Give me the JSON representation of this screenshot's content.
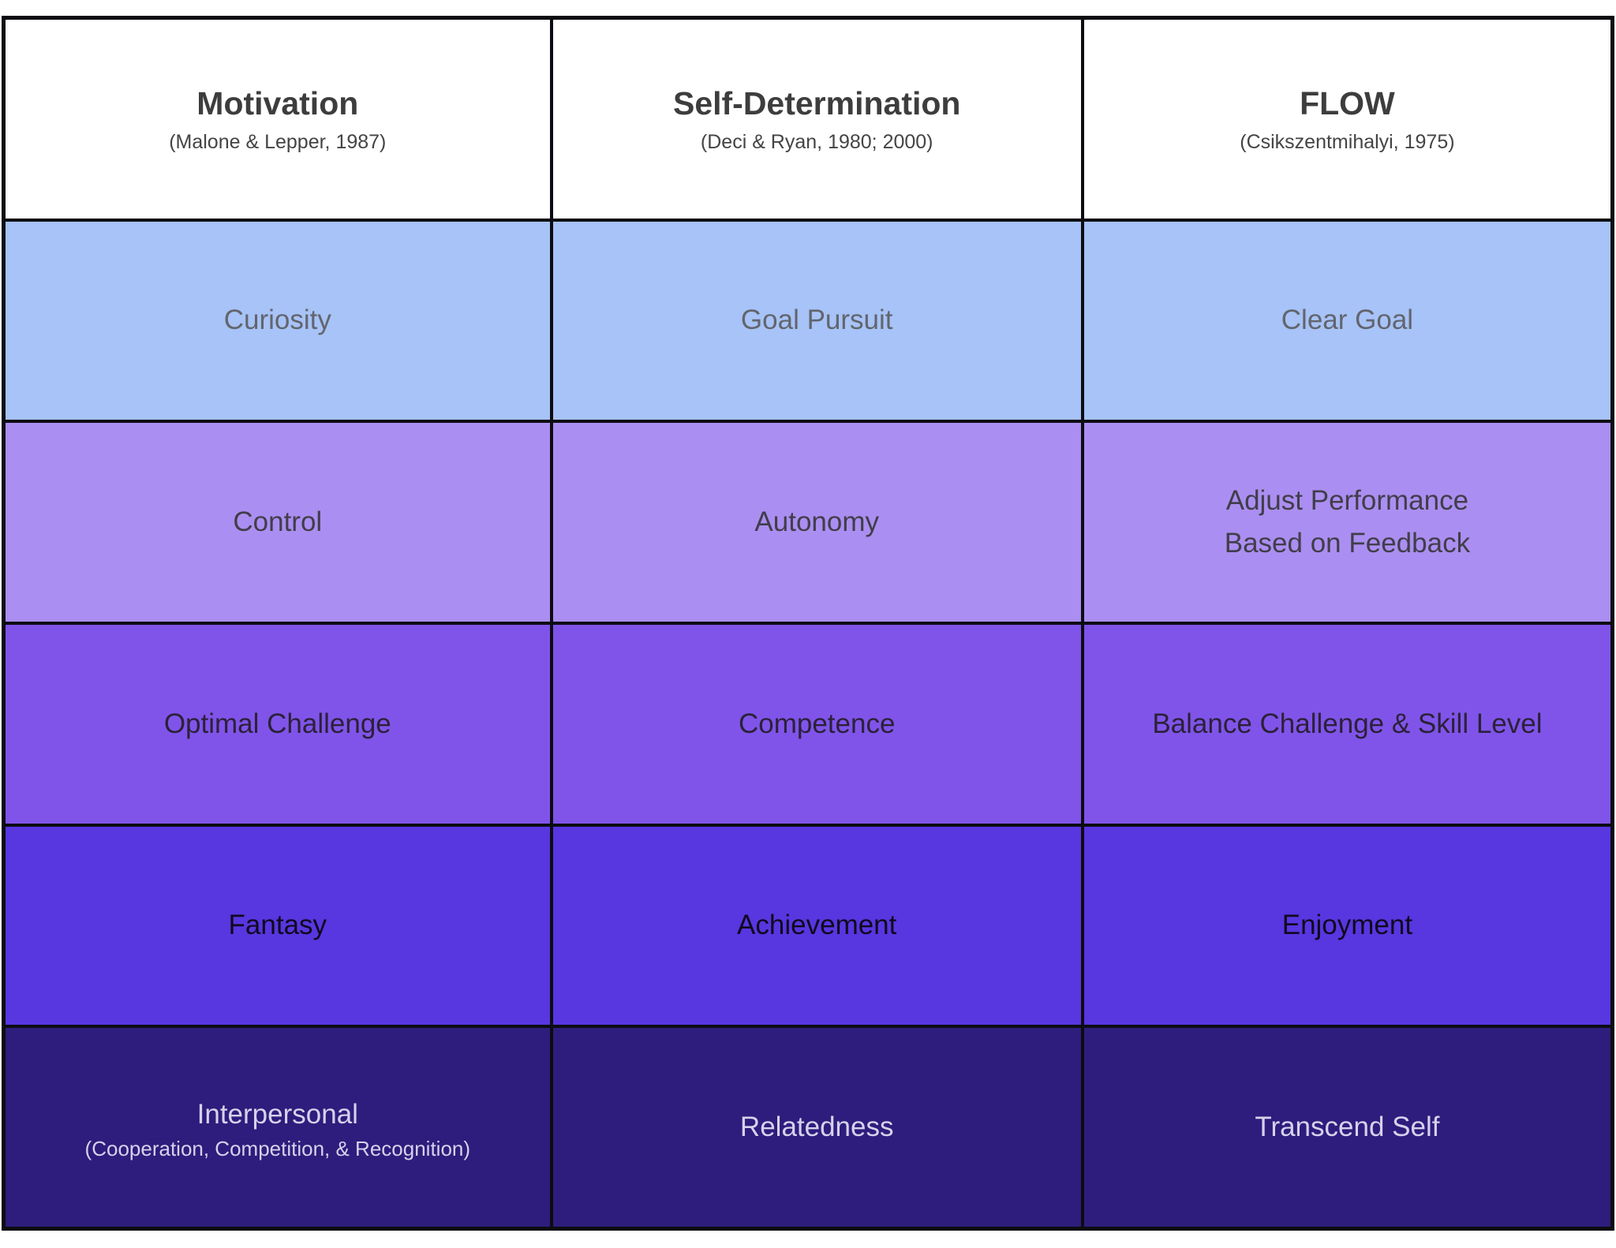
{
  "table": {
    "grid_color": "#0c0c12",
    "columns": [
      {
        "title": "Motivation",
        "citation": "(Malone & Lepper, 1987)"
      },
      {
        "title": "Self-Determination",
        "citation": "(Deci & Ryan, 1980; 2000)"
      },
      {
        "title": "FLOW",
        "citation": "(Csikszentmihalyi, 1975)"
      }
    ],
    "rows": [
      {
        "bg": "#a7c3f7",
        "fg": "#62656d",
        "cells": [
          {
            "label": "Curiosity",
            "sub": ""
          },
          {
            "label": "Goal Pursuit",
            "sub": ""
          },
          {
            "label": "Clear Goal",
            "sub": ""
          }
        ]
      },
      {
        "bg": "#ab8ef1",
        "fg": "#403e4a",
        "cells": [
          {
            "label": "Control",
            "sub": ""
          },
          {
            "label": "Autonomy",
            "sub": ""
          },
          {
            "label": "Adjust Performance\nBased on Feedback",
            "sub": ""
          }
        ]
      },
      {
        "bg": "#8054e9",
        "fg": "#2b2139",
        "cells": [
          {
            "label": "Optimal Challenge",
            "sub": ""
          },
          {
            "label": "Competence",
            "sub": ""
          },
          {
            "label": "Balance Challenge & Skill Level",
            "sub": ""
          }
        ]
      },
      {
        "bg": "#5836e0",
        "fg": "#0e0a1d",
        "cells": [
          {
            "label": "Fantasy",
            "sub": ""
          },
          {
            "label": "Achievement",
            "sub": ""
          },
          {
            "label": "Enjoyment",
            "sub": ""
          }
        ]
      },
      {
        "bg": "#2e1d7c",
        "fg": "#d6d2ec",
        "cells": [
          {
            "label": "Interpersonal",
            "sub": "(Cooperation, Competition, & Recognition)"
          },
          {
            "label": "Relatedness",
            "sub": ""
          },
          {
            "label": "Transcend Self",
            "sub": ""
          }
        ]
      }
    ]
  }
}
